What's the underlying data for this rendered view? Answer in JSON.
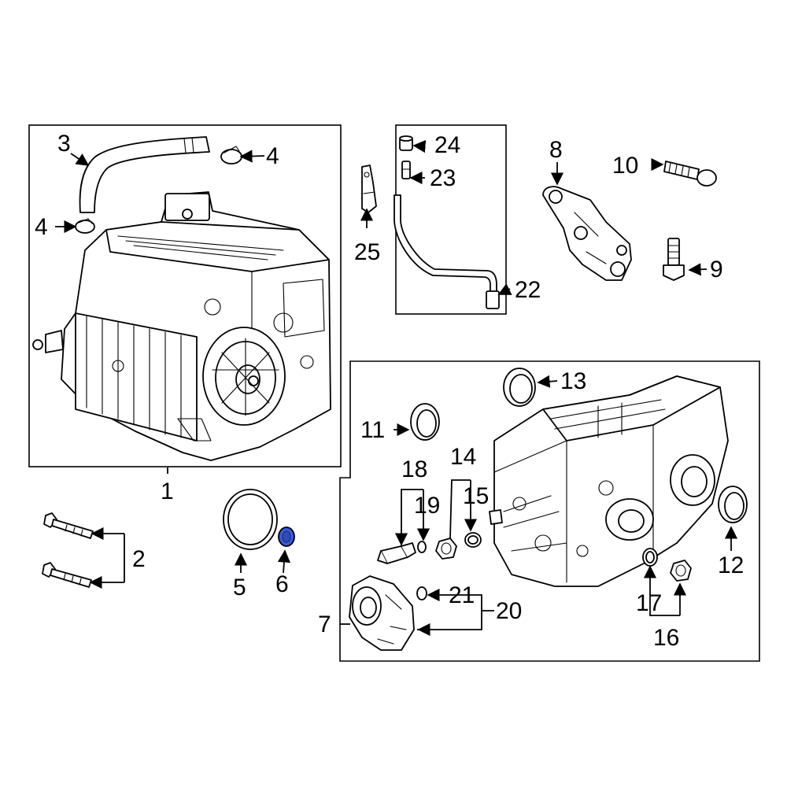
{
  "callouts": {
    "c1": "1",
    "c2": "2",
    "c3": "3",
    "c4a": "4",
    "c4b": "4",
    "c5": "5",
    "c6": "6",
    "c7": "7",
    "c8": "8",
    "c9": "9",
    "c10": "10",
    "c11": "11",
    "c12": "12",
    "c13": "13",
    "c14": "14",
    "c15": "15",
    "c16": "16",
    "c17": "17",
    "c18": "18",
    "c19": "19",
    "c20": "20",
    "c21": "21",
    "c22": "22",
    "c23": "23",
    "c24": "24",
    "c25": "25"
  },
  "colors": {
    "line": "#000000",
    "background": "#ffffff",
    "highlight_part_6": "#3b5bd6"
  }
}
